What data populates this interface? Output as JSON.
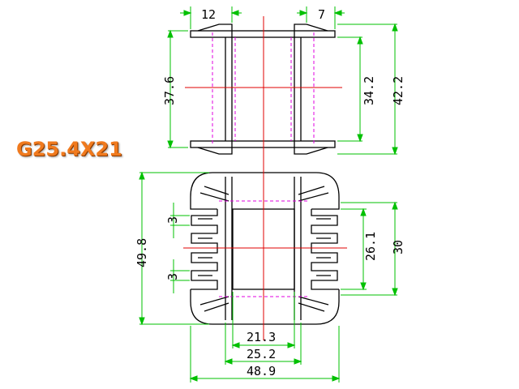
{
  "part_label": "G25.4X21",
  "colors": {
    "outline": "#000000",
    "dimension": "#00c000",
    "centerline": "#e00000",
    "hidden": "#e000e0",
    "label": "#f07a1e"
  },
  "dimensions": {
    "top_flange_left": "12",
    "top_flange_right": "7",
    "side_height_left": "37.6",
    "side_height_inner": "34.2",
    "side_height_outer": "42.2",
    "plan_height_total": "49.8",
    "pin_pitch_upper": "3",
    "pin_pitch_lower": "3",
    "core_inner": "26.1",
    "core_outer": "30",
    "width_inner": "21.3",
    "width_mid": "25.2",
    "width_total": "48.9"
  }
}
